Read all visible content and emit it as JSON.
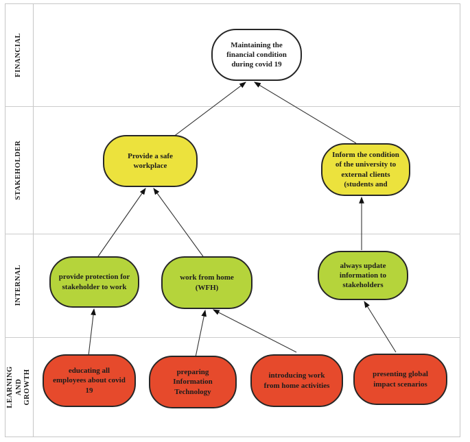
{
  "diagram": {
    "type": "strategy-map",
    "perspectives": [
      {
        "label": "FINANCIAL"
      },
      {
        "label": "STAKEHOLDER"
      },
      {
        "label": "INTERNAL"
      },
      {
        "label": "LEARNING AND GROWTH"
      }
    ],
    "colors": {
      "financial_node_fill": "#ffffff",
      "stakeholder_node_fill": "#ece23d",
      "internal_node_fill": "#b5d43b",
      "learning_node_fill": "#e64a2c",
      "node_border": "#262626",
      "grid_line": "#c6c6c6",
      "arrow": "#333333"
    },
    "nodes": {
      "financial_goal": {
        "perspective": "FINANCIAL",
        "text": "Maintaining the\nfinancial condition\nduring  covid 19",
        "fill": "#ffffff"
      },
      "safe_workplace": {
        "perspective": "STAKEHOLDER",
        "text": "Provide a safe\nworkplace",
        "fill": "#ece23d"
      },
      "inform_condition": {
        "perspective": "STAKEHOLDER",
        "text": "Inform the condition\nof the university to\nexternal clients\n(students and",
        "fill": "#ece23d"
      },
      "provide_protection": {
        "perspective": "INTERNAL",
        "text": "provide protection for\nstakeholder to work",
        "fill": "#b5d43b"
      },
      "work_from_home": {
        "perspective": "INTERNAL",
        "text": "work from home\n(WFH)",
        "fill": "#b5d43b"
      },
      "always_update": {
        "perspective": "INTERNAL",
        "text": "always update\ninformation to\nstakeholders",
        "fill": "#b5d43b"
      },
      "educating": {
        "perspective": "LEARNING AND GROWTH",
        "text": "educating all\nemployees about covid\n19",
        "fill": "#e64a2c"
      },
      "preparing_it": {
        "perspective": "LEARNING AND GROWTH",
        "text": "preparing\nInformation\nTechnology",
        "fill": "#e64a2c"
      },
      "introducing_wfh": {
        "perspective": "LEARNING AND GROWTH",
        "text": "introducing work\nfrom home activities",
        "fill": "#e64a2c"
      },
      "presenting_global": {
        "perspective": "LEARNING AND GROWTH",
        "text": "presenting global\nimpact scenarios",
        "fill": "#e64a2c"
      }
    },
    "edges": [
      {
        "from": "safe_workplace",
        "to": "financial_goal"
      },
      {
        "from": "inform_condition",
        "to": "financial_goal"
      },
      {
        "from": "provide_protection",
        "to": "safe_workplace"
      },
      {
        "from": "work_from_home",
        "to": "safe_workplace"
      },
      {
        "from": "always_update",
        "to": "inform_condition"
      },
      {
        "from": "educating",
        "to": "provide_protection"
      },
      {
        "from": "preparing_it",
        "to": "work_from_home"
      },
      {
        "from": "introducing_wfh",
        "to": "work_from_home"
      },
      {
        "from": "presenting_global",
        "to": "always_update"
      }
    ]
  }
}
